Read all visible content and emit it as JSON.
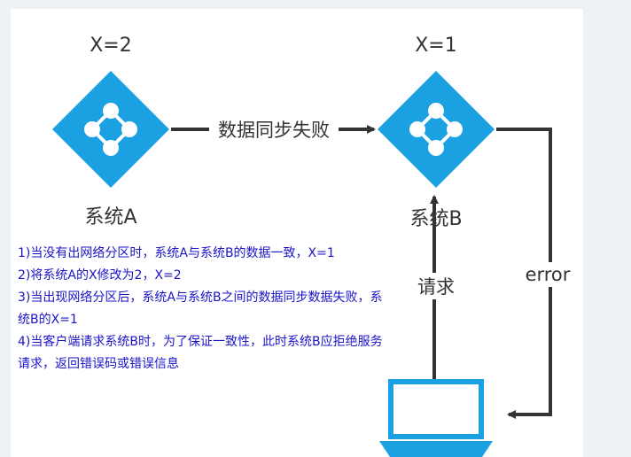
{
  "colors": {
    "node_fill": "#1ba0e2",
    "node_icon": "#ffffff",
    "arrow": "#333333",
    "notes_text": "#1a14c8",
    "laptop_outline": "#1ba0e2"
  },
  "icons": {
    "system_node": "network-node-icon",
    "client": "laptop-icon"
  },
  "system_a": {
    "value_label": "X=2",
    "name": "系统A"
  },
  "system_b": {
    "value_label": "X=1",
    "name": "系统B"
  },
  "edges": {
    "sync_label": "数据同步失败",
    "request_label": "请求",
    "error_label": "error"
  },
  "notes": [
    "1)当没有出网络分区时，系统A与系统B的数据一致，X=1",
    "2)将系统A的X修改为2，X=2",
    "3)当出现网络分区后，系统A与系统B之间的数据同步数据失败，系统B的X=1",
    "4)当客户端请求系统B时，为了保证一致性，此时系统B应拒绝服务请求，返回错误码或错误信息"
  ]
}
